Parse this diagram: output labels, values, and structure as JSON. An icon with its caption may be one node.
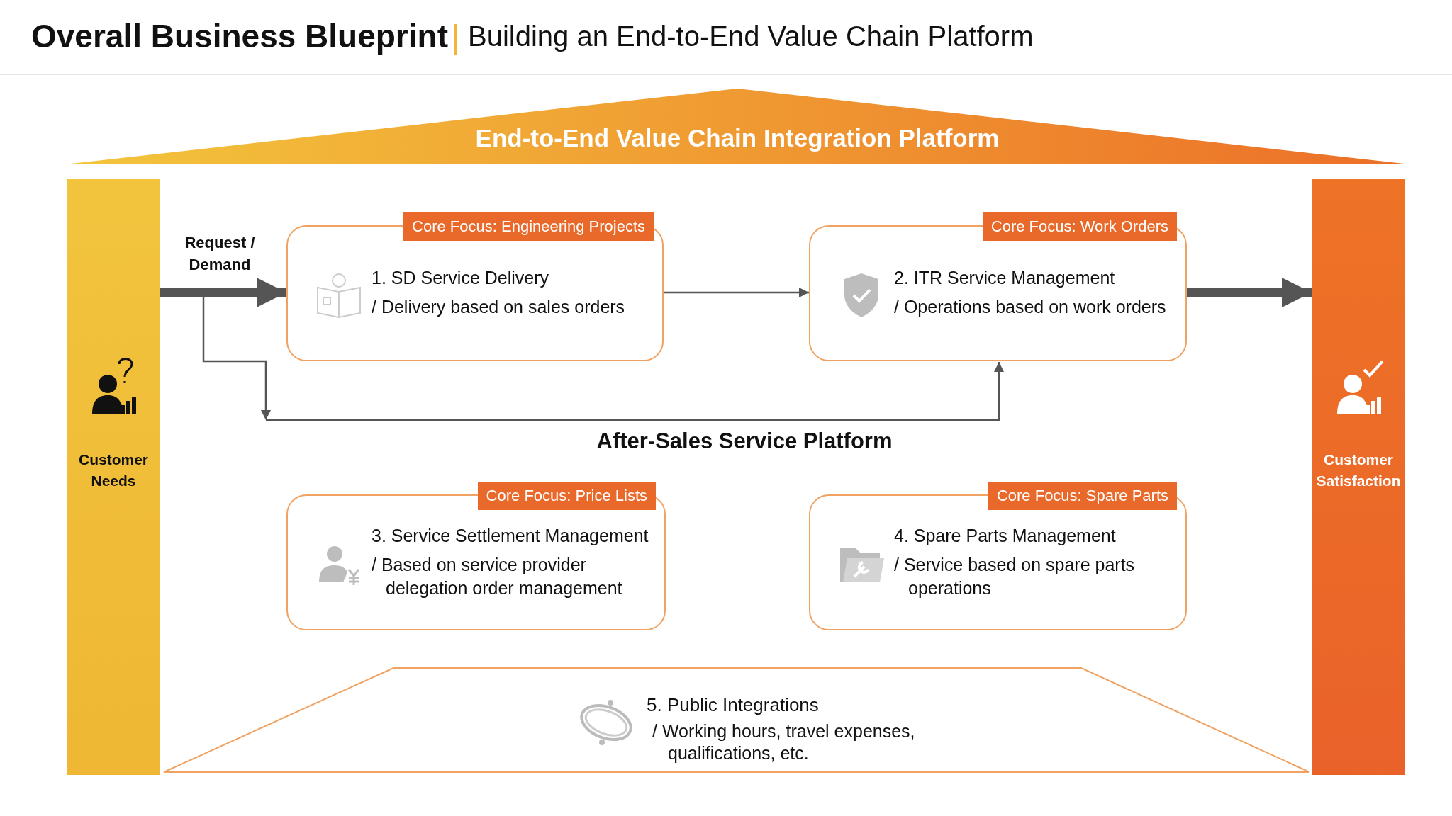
{
  "diagram": {
    "title": "Overall Business Blueprint",
    "nodes": [
      {
        "text": [
          "End-to-End Value Chain Integration Platform"
        ]
      },
      {
        "text": [
          "Customer Needs"
        ]
      },
      {
        "text": [
          "Customer Satisfaction"
        ]
      },
      {
        "text": [
          "Core Focus: Engineering Projects",
          "1. SD Service Delivery",
          "/ Delivery based on sales orders"
        ]
      },
      {
        "text": [
          "Core Focus: Work Orders",
          "2. ITR Service Management",
          "/ Operations based on work orders"
        ]
      },
      {
        "text": [
          "Core Focus: Price Lists",
          "3. Service Settlement Management",
          "/ Based on service provider delegation order management"
        ]
      },
      {
        "text": [
          "Core Focus: Spare Parts",
          "4. Spare Parts Management",
          "/ Service based on spare parts operations"
        ]
      },
      {
        "text": [
          "5. Public Integrations",
          "/ Working hours, travel expenses, qualifications, etc."
        ]
      }
    ],
    "edges": [
      {
        "from": 1,
        "to": 3,
        "arrow": "to",
        "label": "Request / Demand",
        "style": "thick"
      },
      {
        "from": 3,
        "to": 4,
        "arrow": "to"
      },
      {
        "from": 4,
        "to": 2,
        "arrow": "to",
        "style": "thick"
      },
      {
        "from": null,
        "to": 4,
        "arrow": "both"
      }
    ],
    "labels": [
      "Building an End-to-End Value Chain Platform",
      "After-Sales Service Platform"
    ]
  }
}
